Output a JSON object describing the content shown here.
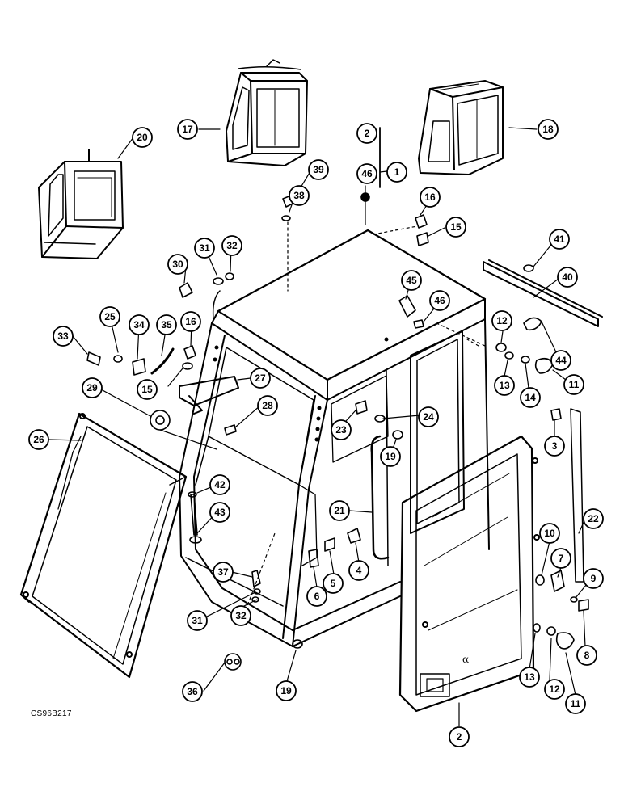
{
  "diagram": {
    "reference_code": "CS96B217",
    "callouts": [
      {
        "id": "c1",
        "label": "1"
      },
      {
        "id": "c2a",
        "label": "2"
      },
      {
        "id": "c2b",
        "label": "2"
      },
      {
        "id": "c3",
        "label": "3"
      },
      {
        "id": "c4",
        "label": "4"
      },
      {
        "id": "c5",
        "label": "5"
      },
      {
        "id": "c6",
        "label": "6"
      },
      {
        "id": "c7",
        "label": "7"
      },
      {
        "id": "c8",
        "label": "8"
      },
      {
        "id": "c9",
        "label": "9"
      },
      {
        "id": "c10",
        "label": "10"
      },
      {
        "id": "c11a",
        "label": "11"
      },
      {
        "id": "c11b",
        "label": "11"
      },
      {
        "id": "c12a",
        "label": "12"
      },
      {
        "id": "c12b",
        "label": "12"
      },
      {
        "id": "c13a",
        "label": "13"
      },
      {
        "id": "c13b",
        "label": "13"
      },
      {
        "id": "c14",
        "label": "14"
      },
      {
        "id": "c15a",
        "label": "15"
      },
      {
        "id": "c15b",
        "label": "15"
      },
      {
        "id": "c16a",
        "label": "16"
      },
      {
        "id": "c16b",
        "label": "16"
      },
      {
        "id": "c17",
        "label": "17"
      },
      {
        "id": "c18",
        "label": "18"
      },
      {
        "id": "c19a",
        "label": "19"
      },
      {
        "id": "c19b",
        "label": "19"
      },
      {
        "id": "c20",
        "label": "20"
      },
      {
        "id": "c21",
        "label": "21"
      },
      {
        "id": "c22",
        "label": "22"
      },
      {
        "id": "c23",
        "label": "23"
      },
      {
        "id": "c24",
        "label": "24"
      },
      {
        "id": "c25",
        "label": "25"
      },
      {
        "id": "c26",
        "label": "26"
      },
      {
        "id": "c27",
        "label": "27"
      },
      {
        "id": "c28",
        "label": "28"
      },
      {
        "id": "c29",
        "label": "29"
      },
      {
        "id": "c30",
        "label": "30"
      },
      {
        "id": "c31a",
        "label": "31"
      },
      {
        "id": "c31b",
        "label": "31"
      },
      {
        "id": "c32a",
        "label": "32"
      },
      {
        "id": "c32b",
        "label": "32"
      },
      {
        "id": "c33",
        "label": "33"
      },
      {
        "id": "c34",
        "label": "34"
      },
      {
        "id": "c35",
        "label": "35"
      },
      {
        "id": "c36",
        "label": "36"
      },
      {
        "id": "c37",
        "label": "37"
      },
      {
        "id": "c38",
        "label": "38"
      },
      {
        "id": "c39",
        "label": "39"
      },
      {
        "id": "c40",
        "label": "40"
      },
      {
        "id": "c41",
        "label": "41"
      },
      {
        "id": "c42",
        "label": "42"
      },
      {
        "id": "c43",
        "label": "43"
      },
      {
        "id": "c44",
        "label": "44"
      },
      {
        "id": "c45",
        "label": "45"
      },
      {
        "id": "c46a",
        "label": "46"
      },
      {
        "id": "c46b",
        "label": "46"
      },
      {
        "id": "c44b",
        "label": "44"
      },
      {
        "id": "c-a",
        "label": "α"
      }
    ]
  }
}
